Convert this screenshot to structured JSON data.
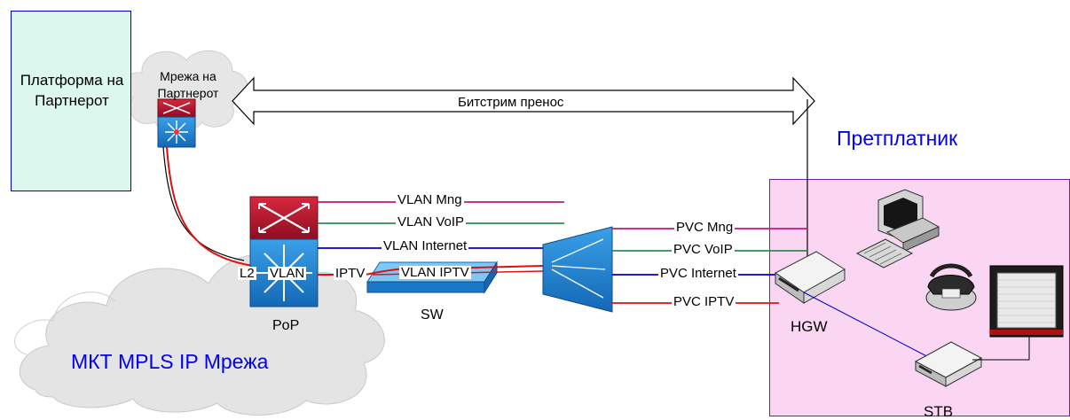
{
  "partner_platform": {
    "label": "Платформа на Партнерот"
  },
  "partner_network": {
    "label": "Мрежа на Партнерот"
  },
  "bitstream": {
    "label": "Битстрим пренос"
  },
  "subscriber": {
    "label": "Претплатник"
  },
  "mkt_network": {
    "label": "МКТ MPLS IP Мрежа"
  },
  "pop": {
    "label": "PoP",
    "l2_label": "L2",
    "vlan_label": "VLAN",
    "iptv_label": "IPTV"
  },
  "sw": {
    "label": "SW"
  },
  "vlans": {
    "mng": "VLAN Mng",
    "voip": "VLAN VoIP",
    "internet": "VLAN Internet",
    "iptv": "VLAN IPTV"
  },
  "pvcs": {
    "mng": "PVC Mng",
    "voip": "PVC VoIP",
    "internet": "PVC Internet",
    "iptv": "PVC IPTV"
  },
  "hgw": {
    "label": "HGW"
  },
  "stb": {
    "label": "STB"
  },
  "colors": {
    "mng": "#c2187a",
    "voip": "#2e8b57",
    "internet": "#0000cc",
    "iptv": "#dd1111",
    "device_red": "#b3122f",
    "device_blue": "#1e88d8",
    "title_blue": "#0000ee"
  },
  "icons": [
    "router-icon",
    "multilayer-switch-icon",
    "switch-icon",
    "dslam-icon",
    "hgw-modem-icon",
    "stb-icon",
    "pc-icon",
    "phone-icon",
    "tv-icon",
    "cloud-icon"
  ]
}
